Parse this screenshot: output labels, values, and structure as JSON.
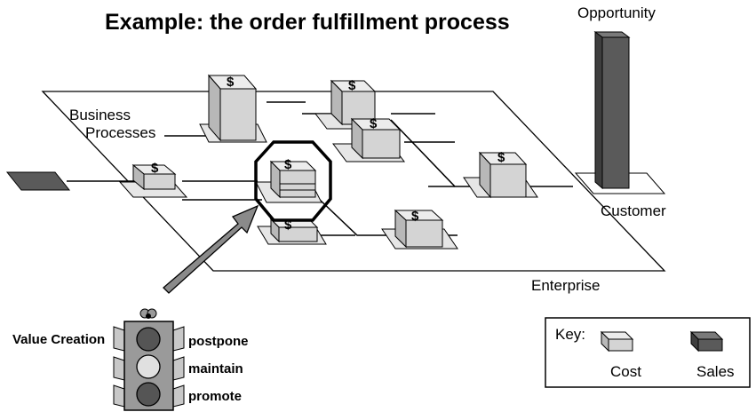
{
  "title": "Example: the order fulfillment process",
  "labels": {
    "opportunity": "Opportunity",
    "business_processes_line1": "Business",
    "business_processes_line2": "Processes",
    "customer": "Customer",
    "enterprise": "Enterprise",
    "value_creation": "Value Creation"
  },
  "traffic_light": {
    "states": [
      "postpone",
      "maintain",
      "promote"
    ]
  },
  "key": {
    "title": "Key:",
    "items": [
      {
        "label": "Cost",
        "color": "#d4d4d4"
      },
      {
        "label": "Sales",
        "color": "#5a5a5a"
      }
    ]
  },
  "box_symbol": "$",
  "colors": {
    "cost_box": "#d4d4d4",
    "sales_bar": "#5a5a5a",
    "arrow": "#8a8a8a",
    "platform": "#e6e6e6"
  }
}
